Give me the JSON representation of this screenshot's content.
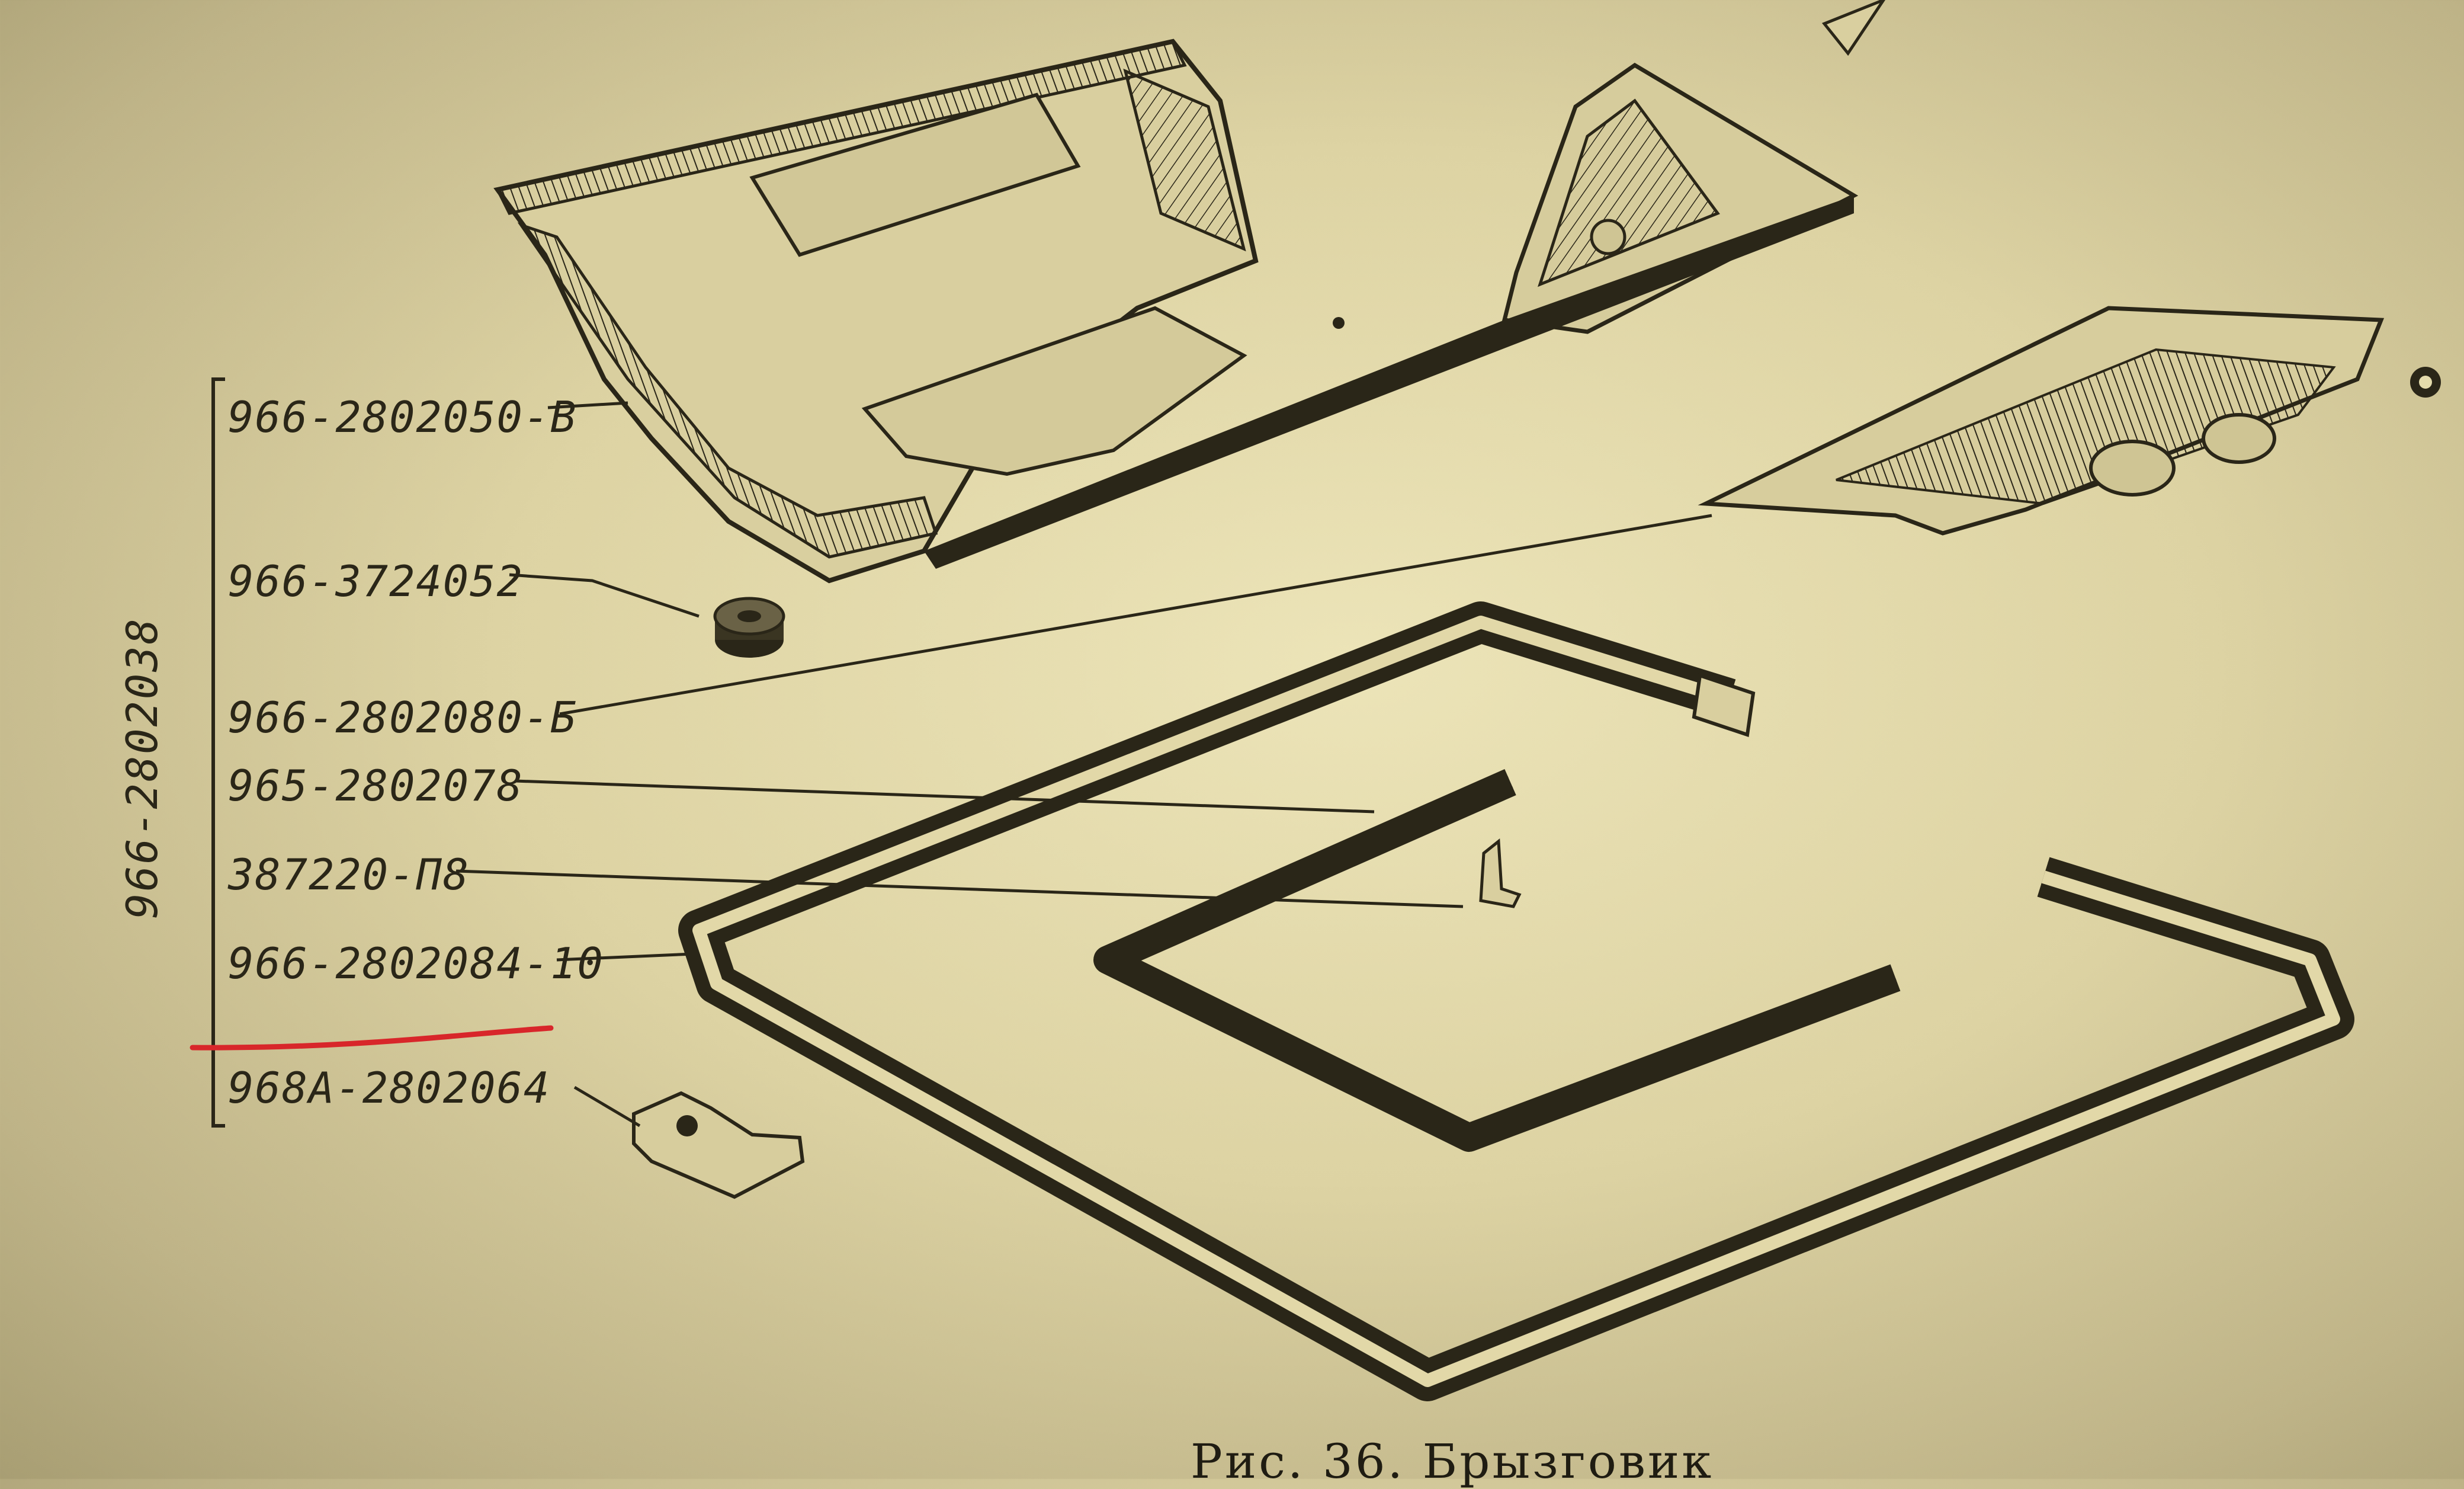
{
  "group_label": "966-2802038",
  "labels": [
    {
      "id": "p1",
      "text": "966-2802050-В"
    },
    {
      "id": "p2",
      "text": "966-3724052"
    },
    {
      "id": "p3",
      "text": "966-2802080-Б"
    },
    {
      "id": "p4",
      "text": "965-2802078"
    },
    {
      "id": "p5",
      "text": "387220-П8"
    },
    {
      "id": "p6",
      "text": "966-2802084-10"
    },
    {
      "id": "p7",
      "text": "968А-2802064"
    }
  ],
  "caption": "Рис. 36. Брызговик",
  "colors": {
    "ink": "#2a2618",
    "paper": "#e4dbab",
    "highlight": "#d8262a"
  }
}
